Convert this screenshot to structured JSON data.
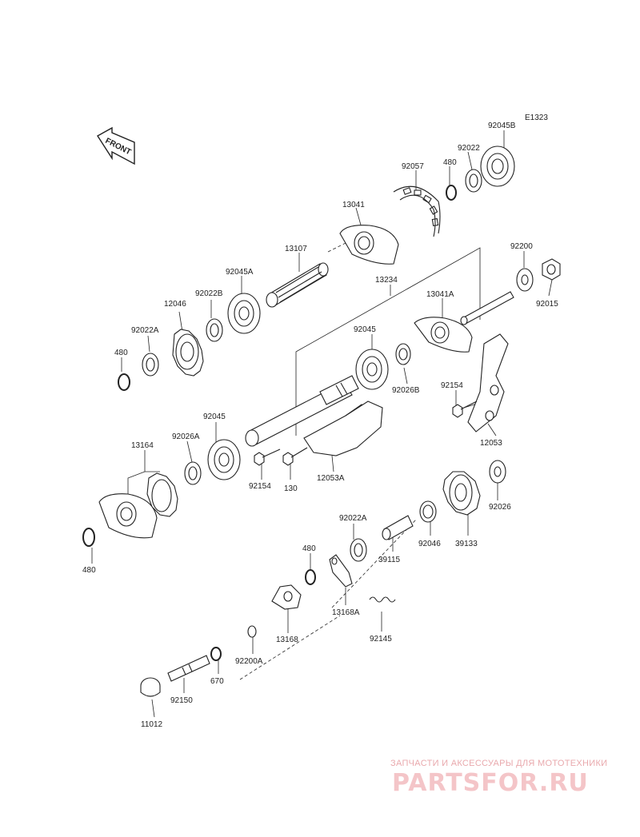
{
  "diagram": {
    "code": "E1323",
    "front_label": "FRONT",
    "labels": [
      "92045B",
      "92022",
      "480",
      "92057",
      "13041",
      "13107",
      "92045A",
      "92022B",
      "12046",
      "92022A",
      "480",
      "13234",
      "13041A",
      "92200",
      "92015",
      "92045",
      "92026B",
      "92154",
      "12053",
      "92045",
      "92026A",
      "13164",
      "92154",
      "130",
      "12053A",
      "92022A",
      "480",
      "39115",
      "92046",
      "39133",
      "92026",
      "480",
      "13168A",
      "92145",
      "13168",
      "92200A",
      "670",
      "92150",
      "11012"
    ]
  },
  "watermark": {
    "tagline": "ЗАПЧАСТИ И АКСЕССУАРЫ ДЛЯ МОТОТЕХНИКИ",
    "logo": "PARTSFOR.RU"
  }
}
